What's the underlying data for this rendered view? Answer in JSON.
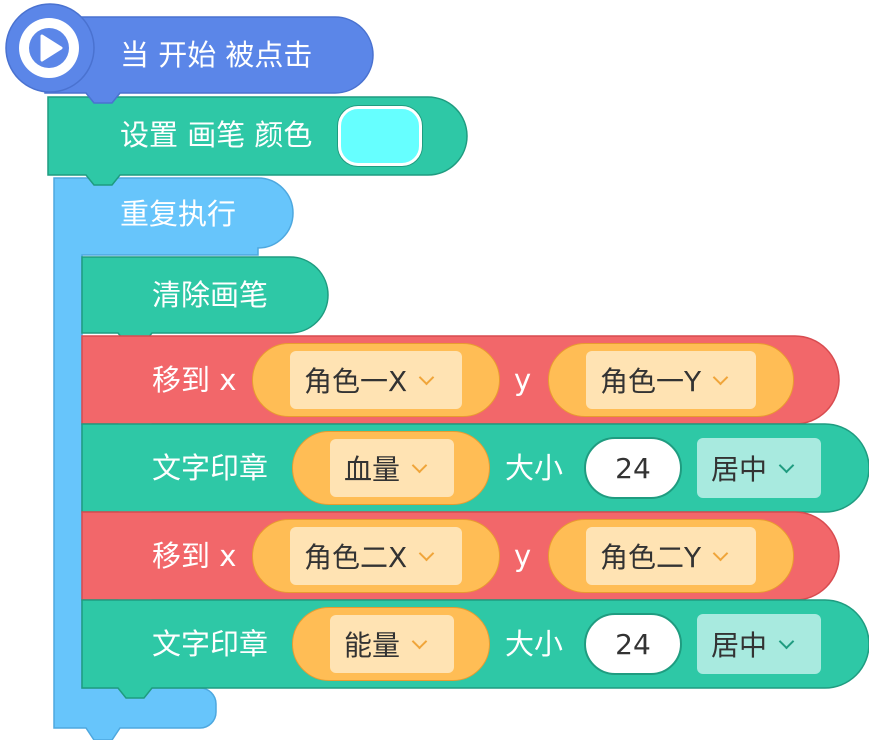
{
  "hat": {
    "text": "当 开始 被点击",
    "icon": "play-icon"
  },
  "set_pen_color": {
    "label": "设置 画笔 颜色",
    "color": "#66ffff"
  },
  "repeat": {
    "label": "重复执行"
  },
  "clear": {
    "label": "清除画笔"
  },
  "move1": {
    "label": "移到 x",
    "x_value": "角色一X",
    "y_label": "y",
    "y_value": "角色一Y"
  },
  "stamp1": {
    "label": "文字印章",
    "text_value": "血量",
    "size_label": "大小",
    "size": "24",
    "align": "居中"
  },
  "move2": {
    "label": "移到 x",
    "x_value": "角色二X",
    "y_label": "y",
    "y_value": "角色二Y"
  },
  "stamp2": {
    "label": "文字印章",
    "text_value": "能量",
    "size_label": "大小",
    "size": "24",
    "align": "居中"
  },
  "colors": {
    "event_blue": "#5b86e8",
    "pen_teal": "#2ec8a6",
    "control_sky": "#67c5fb",
    "motion_red": "#f2676a",
    "reporter_orange": "#ffbd55",
    "dropdown_cream": "#ffe3b3",
    "align_mint": "#a8eadf"
  }
}
